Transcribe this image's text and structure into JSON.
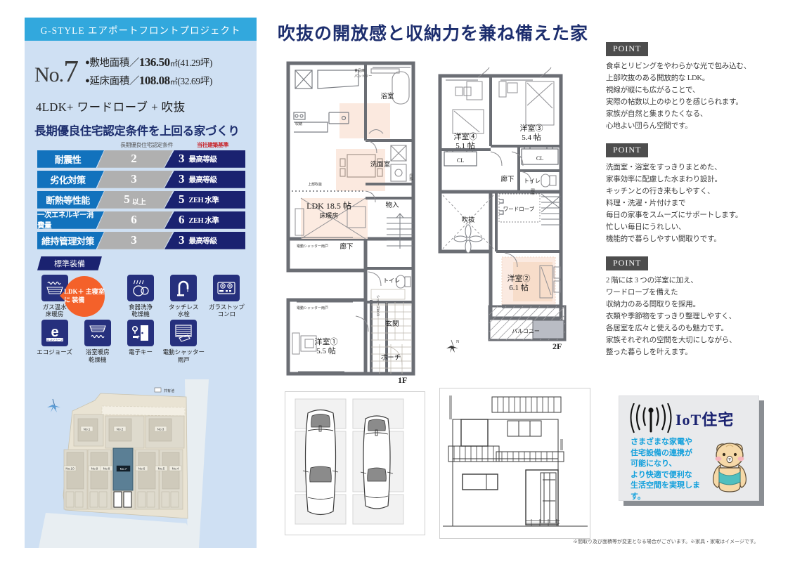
{
  "brand": {
    "bar_text": "G-STYLE エアポートフロントプロジェクト"
  },
  "property": {
    "no_prefix": "No.",
    "no_value": "7",
    "site_area_label": "敷地面積／",
    "site_area_value": "136.50",
    "site_area_unit": "㎡",
    "site_area_tsubo": "(41.29坪)",
    "floor_area_label": "延床面積／",
    "floor_area_value": "108.08",
    "floor_area_unit": "㎡",
    "floor_area_tsubo": "(32.69坪)",
    "layout": "4LDK+ ワードローブ + 吹抜",
    "headline": "長期優良住宅認定条件を上回る家づくり"
  },
  "performance": {
    "col_standard": "長期優良住宅認定条件",
    "col_ours": "当社建築基準",
    "rows": [
      {
        "name": "耐震性",
        "standard": "2",
        "standard_sub": "",
        "ours": "3",
        "ours_tag": "最高等級"
      },
      {
        "name": "劣化対策",
        "standard": "3",
        "standard_sub": "",
        "ours": "3",
        "ours_tag": "最高等級"
      },
      {
        "name": "断熱等性能",
        "standard": "5",
        "standard_sub": "以上",
        "ours": "5",
        "ours_tag": "ZEH 水準"
      },
      {
        "name": "一次エネルギー消費量",
        "standard": "6",
        "standard_sub": "",
        "ours": "6",
        "ours_tag": "ZEH 水準"
      },
      {
        "name": "維持管理対策",
        "standard": "3",
        "standard_sub": "",
        "ours": "3",
        "ours_tag": "最高等級"
      }
    ]
  },
  "equipment": {
    "banner": "標準装備",
    "bubble": "LDK＋\n主寝室に\n装備",
    "items": [
      {
        "icon": "floor-heating-icon",
        "label": "ガス温水\n床暖房"
      },
      {
        "icon": "bubble-placeholder",
        "label": ""
      },
      {
        "icon": "dishwasher-icon",
        "label": "食器洗浄\n乾燥機"
      },
      {
        "icon": "touchless-faucet-icon",
        "label": "タッチレス\n水栓"
      },
      {
        "icon": "glass-top-stove-icon",
        "label": "ガラストップ\nコンロ"
      },
      {
        "icon": "eco-jozu-icon",
        "label": "エコジョーズ"
      },
      {
        "icon": "bathroom-dryer-icon",
        "label": "浴室暖房\n乾燥機"
      },
      {
        "icon": "electronic-key-icon",
        "label": "電子キー"
      },
      {
        "icon": "electric-shutter-icon",
        "label": "電動シャッター\n雨戸"
      }
    ],
    "eco_icon_caption": "エコジョーズ"
  },
  "sitemap": {
    "legend": "共有池",
    "north": "N",
    "lots": [
      "No.1",
      "No.2",
      "No.3",
      "No.4",
      "No.5",
      "No.6",
      "No.7",
      "No.8",
      "No.9",
      "No.10"
    ],
    "highlight": "No.7"
  },
  "main": {
    "title": "吹抜の開放感と収納力を兼ね備えた家",
    "floor_1f_tag": "1F",
    "floor_2f_tag": "2F",
    "north_mark": "N",
    "disclaimer": "※間取り及び面積等が変更となる場合がございます。※家具・家電はイメージです。"
  },
  "floorplan_1f": {
    "rooms": [
      {
        "name": "LDK",
        "size": "18.5 帖",
        "note": "床暖房"
      },
      {
        "name": "浴室",
        "size": ""
      },
      {
        "name": "洗面室",
        "size": ""
      },
      {
        "name": "物入",
        "size": ""
      },
      {
        "name": "廊下",
        "size": ""
      },
      {
        "name": "トイレ",
        "size": ""
      },
      {
        "name": "玄関",
        "size": ""
      },
      {
        "name": "ポーチ",
        "size": ""
      },
      {
        "name": "洋室①",
        "size": "5.5 帖"
      },
      {
        "name": "上部吹抜",
        "size": ""
      },
      {
        "name": "電動シャッター雨戸",
        "size": ""
      },
      {
        "name": "食品庫",
        "size": ""
      },
      {
        "name": "パントリー",
        "size": ""
      },
      {
        "name": "収納",
        "size": ""
      }
    ]
  },
  "floorplan_2f": {
    "rooms": [
      {
        "name": "洋室③",
        "size": "5.4 帖"
      },
      {
        "name": "洋室④",
        "size": "5.1 帖"
      },
      {
        "name": "洋室②",
        "size": "6.1 帖"
      },
      {
        "name": "吹抜",
        "size": ""
      },
      {
        "name": "ワードローブ",
        "size": ""
      },
      {
        "name": "CL",
        "size": ""
      },
      {
        "name": "トイレ",
        "size": ""
      },
      {
        "name": "廊下",
        "size": ""
      },
      {
        "name": "バルコニー",
        "size": ""
      }
    ]
  },
  "points": [
    {
      "tag": "POINT",
      "body": "食卓とリビングをやわらかな光で包み込む、\n上部吹抜のある開放的な LDK。\n視線が縦にも広がることで、\n実際の帖数以上のゆとりを感じられます。\n家族が自然と集まりたくなる、\n心地よい団らん空間です。"
    },
    {
      "tag": "POINT",
      "body": "洗面室・浴室をすっきりまとめた、\n家事効率に配慮した水まわり設計。\nキッチンとの行き来もしやすく、\n料理・洗濯・片付けまで\n毎日の家事をスムーズにサポートします。\n忙しい毎日にうれしい、\n機能的で暮らしやすい間取りです。"
    },
    {
      "tag": "POINT",
      "body": "2 階には 3 つの洋室に加え、\nワードローブを備えた\n収納力のある間取りを採用。\n衣類や季節物をすっきり整理しやすく、\n各居室を広々と使えるのも魅力です。\n家族それぞれの空間を大切にしながら、\n整った暮らしを叶えます。"
    }
  ],
  "iot": {
    "title": "IoT住宅",
    "text": "さまざまな家電や\n住宅設備の連携が\n可能になり、\nより快適で便利な\n生活空間を実現します。"
  },
  "colors": {
    "brand_cyan": "#32a8dd",
    "panel_blue": "#cfe0f3",
    "navy": "#1a2270",
    "mid_blue": "#1272bd",
    "gray_bar": "#b0b0b0",
    "orange": "#f4612a",
    "red_text": "#c8262c",
    "title_navy": "#1d2e6e"
  }
}
